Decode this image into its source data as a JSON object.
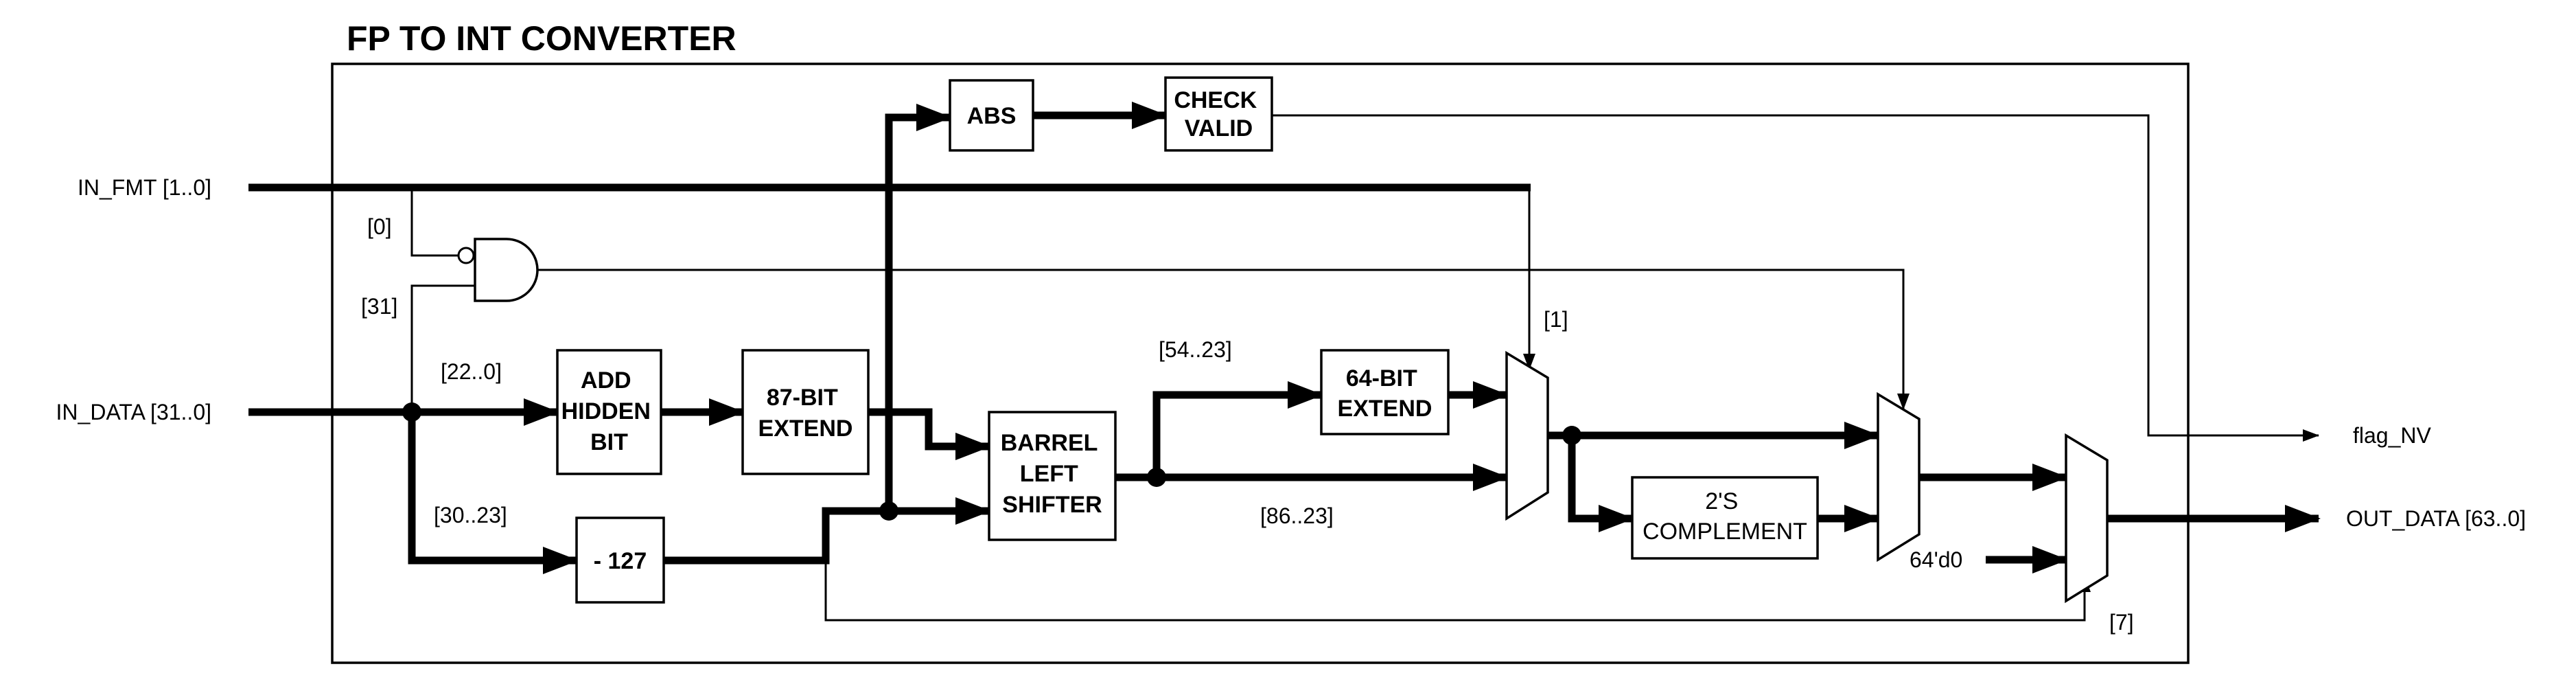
{
  "title": "FP TO INT CONVERTER",
  "inputs": {
    "in_fmt": "IN_FMT [1..0]",
    "in_data": "IN_DATA [31..0]"
  },
  "outputs": {
    "flag_nv": "flag_NV",
    "out_data": "OUT_DATA [63..0]"
  },
  "blocks": {
    "abs": "ABS",
    "check_valid": [
      "CHECK",
      "VALID"
    ],
    "add_hidden_bit": [
      "ADD",
      "HIDDEN",
      "BIT"
    ],
    "extend_87": [
      "87-BIT",
      "EXTEND"
    ],
    "barrel_left_shifter": [
      "BARREL",
      "LEFT",
      "SHIFTER"
    ],
    "extend_64": [
      "64-BIT",
      "EXTEND"
    ],
    "minus_127": "- 127",
    "twos_complement": [
      "2'S",
      "COMPLEMENT"
    ]
  },
  "labels": {
    "fmt_bit0": "[0]",
    "data_bit31": "[31]",
    "mantissa": "[22..0]",
    "exponent": "[30..23]",
    "shift_slice_upper": "[54..23]",
    "shift_slice_lower": "[86..23]",
    "fmt_bit1": "[1]",
    "exp_bit7": "[7]",
    "zero_const": "64'd0"
  }
}
